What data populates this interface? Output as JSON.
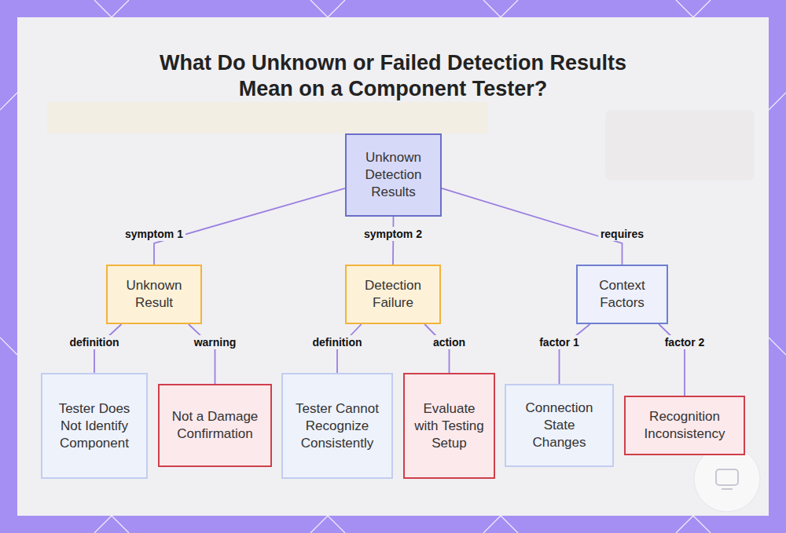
{
  "diagram": {
    "title": "What Do Unknown or Failed Detection Results Mean on a Component Tester?",
    "nodes": [
      {
        "text": [
          "Unknown Detection Results"
        ]
      },
      {
        "text": [
          "Unknown Result"
        ]
      },
      {
        "text": [
          "Detection Failure"
        ]
      },
      {
        "text": [
          "Context Factors"
        ]
      },
      {
        "text": [
          "Tester Does Not Identify Component"
        ]
      },
      {
        "text": [
          "Not a Damage Confirmation"
        ]
      },
      {
        "text": [
          "Tester Cannot Recognize Consistently"
        ]
      },
      {
        "text": [
          "Evaluate with Testing Setup"
        ]
      },
      {
        "text": [
          "Connection State Changes"
        ]
      },
      {
        "text": [
          "Recognition Inconsistency"
        ]
      }
    ],
    "edges": [
      {
        "from": 0,
        "to": 1,
        "arrow": "none",
        "label": "symptom 1"
      },
      {
        "from": 0,
        "to": 2,
        "arrow": "none",
        "label": "symptom 2"
      },
      {
        "from": 0,
        "to": 3,
        "arrow": "none",
        "label": "requires"
      },
      {
        "from": 1,
        "to": 4,
        "arrow": "none",
        "label": "definition"
      },
      {
        "from": 1,
        "to": 5,
        "arrow": "none",
        "label": "warning"
      },
      {
        "from": 2,
        "to": 6,
        "arrow": "none",
        "label": "definition"
      },
      {
        "from": 2,
        "to": 7,
        "arrow": "none",
        "label": "action"
      },
      {
        "from": 3,
        "to": 8,
        "arrow": "none",
        "label": "factor 1"
      },
      {
        "from": 3,
        "to": 9,
        "arrow": "none",
        "label": "factor 2"
      }
    ]
  }
}
